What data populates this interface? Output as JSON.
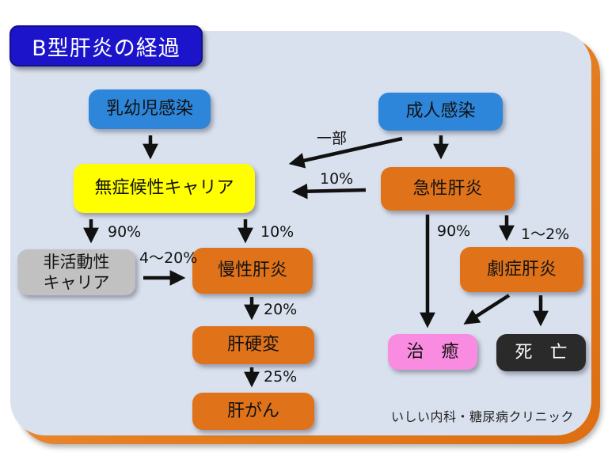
{
  "title": "B型肝炎の経過",
  "footer": "いしい内科・糖尿病クリニック",
  "nodes": {
    "infant": "乳幼児感染",
    "adult": "成人感染",
    "asymptomatic_carrier": "無症候性キャリア",
    "acute_hepatitis": "急性肝炎",
    "inactive_carrier": "非活動性\nキャリア",
    "chronic_hepatitis": "慢性肝炎",
    "fulminant_hepatitis": "劇症肝炎",
    "cirrhosis": "肝硬変",
    "liver_cancer": "肝がん",
    "cure": "治　癒",
    "death": "死　亡"
  },
  "edge_labels": {
    "partial": "一部",
    "ten_to_carrier": "10%",
    "ninety_to_inactive": "90%",
    "ten_to_chronic": "10%",
    "four_to_twenty": "4〜20%",
    "twenty_to_cirrhosis": "20%",
    "twentyfive_to_cancer": "25%",
    "ninety_to_cure": "90%",
    "one_to_two": "1〜2%"
  },
  "colors": {
    "title_bg": "#1B14CB",
    "infection_blue": "#2E86DB",
    "carrier_yellow": "#FFFF00",
    "disease_orange": "#E0731A",
    "inactive_gray": "#C2C1C1",
    "cure_pink": "#F98CE0",
    "death_black": "#2B2A2A",
    "panel_bg": "#D9E1EE",
    "frame_orange": "#E57E22",
    "arrow": "#111111"
  }
}
